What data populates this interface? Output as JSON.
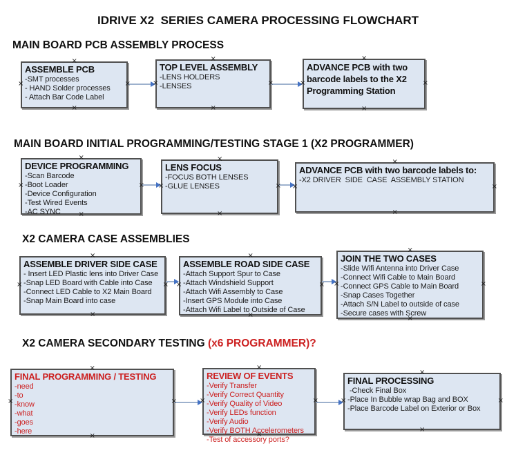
{
  "title": "IDRIVE X2  SERIES CAMERA PROCESSING FLOWCHART",
  "icons": {
    "connector_handle": "×"
  },
  "colors": {
    "box_fill": "#dde6f2",
    "box_border": "#4f4f4f",
    "accent_red": "#cc2020",
    "arrow_line": "#9db1cd",
    "arrow_head": "#4472c4"
  },
  "sections": [
    {
      "heading": "MAIN BOARD PCB ASSEMBLY PROCESS",
      "boxes": [
        {
          "title": "ASSEMBLE PCB",
          "items": [
            "-SMT processes",
            "- HAND Solder processes",
            "- Attach Bar Code Label"
          ]
        },
        {
          "title": "TOP LEVEL ASSEMBLY",
          "items": [
            "-LENS HOLDERS",
            "-LENSES"
          ]
        },
        {
          "title": "ADVANCE PCB with two barcode labels to the X2 Programming Station",
          "items": []
        }
      ]
    },
    {
      "heading": "MAIN BOARD INITIAL PROGRAMMING/TESTING STAGE 1 (X2 PROGRAMMER)",
      "boxes": [
        {
          "title": "DEVICE PROGRAMMING",
          "items": [
            "-Scan Barcode",
            "-Boot Loader",
            "-Device Configuration",
            "-Test Wired Events",
            "-AC SYNC"
          ]
        },
        {
          "title": "LENS FOCUS",
          "items": [
            "-FOCUS BOTH LENSES",
            "-GLUE LENSES"
          ]
        },
        {
          "title": "ADVANCE PCB with two barcode labels to:",
          "items": [
            "-X2 DRIVER  SIDE  CASE  ASSEMBLY STATION"
          ]
        }
      ]
    },
    {
      "heading": "X2 CAMERA CASE ASSEMBLIES",
      "boxes": [
        {
          "title": "ASSEMBLE DRIVER SIDE CASE",
          "items": [
            "- Insert LED Plastic lens into Driver Case",
            "-Snap LED Board with Cable into Case",
            "-Connect LED Cable to X2 Main Board",
            "-Snap Main Board into case"
          ]
        },
        {
          "title": "ASSEMBLE ROAD SIDE CASE",
          "items": [
            "-Attach Support Spur to Case",
            "-Attach Windshield Support",
            "-Attach Wifi Assembly to Case",
            "-Insert GPS Module into Case",
            "-Attach Wifi Label to Outside of Case"
          ]
        },
        {
          "title": "JOIN THE TWO CASES",
          "items": [
            "-Slide Wifi Antenna into Driver Case",
            "-Connect Wifi Cable to Main Board",
            "-Connect GPS Cable to Main Board",
            "-Snap Cases Together",
            "-Attach S/N Label to outside of case",
            "-Secure cases with Screw"
          ]
        }
      ]
    },
    {
      "heading": "X2 CAMERA SECONDARY TESTING",
      "heading_red": " (x6 PROGRAMMER)?",
      "boxes": [
        {
          "title": "FINAL PROGRAMMING / TESTING",
          "accent": "red",
          "items": [
            "-need",
            "-to",
            "-know",
            "-what",
            "-goes",
            "-here"
          ]
        },
        {
          "title": "REVIEW OF EVENTS",
          "accent": "red",
          "items": [
            "-Verify Transfer",
            "-Verify Correct Quantity",
            "-Verify Quality of Video",
            "-Verify LEDs function",
            "-Verify Audio",
            "-Verify BOTH Accelerometers",
            "-Test of accessory ports?"
          ]
        },
        {
          "title": "FINAL PROCESSING",
          "items": [
            " -Check Final Box",
            "-Place In Bubble wrap Bag and BOX",
            "-Place Barcode Label on Exterior or Box"
          ]
        }
      ]
    }
  ]
}
